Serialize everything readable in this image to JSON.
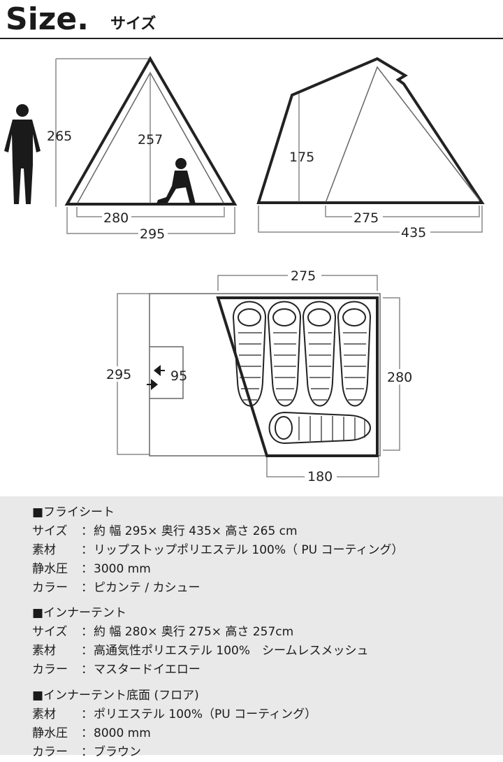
{
  "header": {
    "title": "Size.",
    "subtitle": "サイズ"
  },
  "diagram": {
    "front": {
      "height": "265",
      "inner_height": "257",
      "inner_width": "280",
      "outer_width": "295"
    },
    "side": {
      "inner_height": "175",
      "inner_depth": "275",
      "outer_depth": "435"
    },
    "floor": {
      "top_width": "275",
      "width": "295",
      "notch": "95",
      "height": "280",
      "bottom_width": "180"
    }
  },
  "specs": {
    "fly": {
      "title": "■フライシート",
      "rows": [
        {
          "k": "サイズ",
          "sep": "：",
          "v": "約 幅 295× 奥行 435× 高さ 265 cm"
        },
        {
          "k": "素材",
          "sep": "：",
          "v": "リップストップポリエステル 100%（ PU コーティング）"
        },
        {
          "k": "静水圧",
          "sep": "：",
          "v": "3000 mm"
        },
        {
          "k": "カラー",
          "sep": "：",
          "v": "ピカンテ / カシュー"
        }
      ]
    },
    "inner": {
      "title": "■インナーテント",
      "rows": [
        {
          "k": "サイズ",
          "sep": "：",
          "v": "約 幅 280× 奥行 275× 高さ 257cm"
        },
        {
          "k": "素材",
          "sep": "：",
          "v": "高通気性ポリエステル 100%　シームレスメッシュ"
        },
        {
          "k": "カラー",
          "sep": "：",
          "v": "マスタードイエロー"
        }
      ]
    },
    "floor": {
      "title": "■インナーテント底面 (フロア)",
      "rows": [
        {
          "k": "素材",
          "sep": "：",
          "v": "ポリエステル 100%（PU コーティング）"
        },
        {
          "k": "静水圧",
          "sep": "：",
          "v": "8000 mm"
        },
        {
          "k": "カラー",
          "sep": "：",
          "v": "ブラウン"
        }
      ]
    }
  }
}
